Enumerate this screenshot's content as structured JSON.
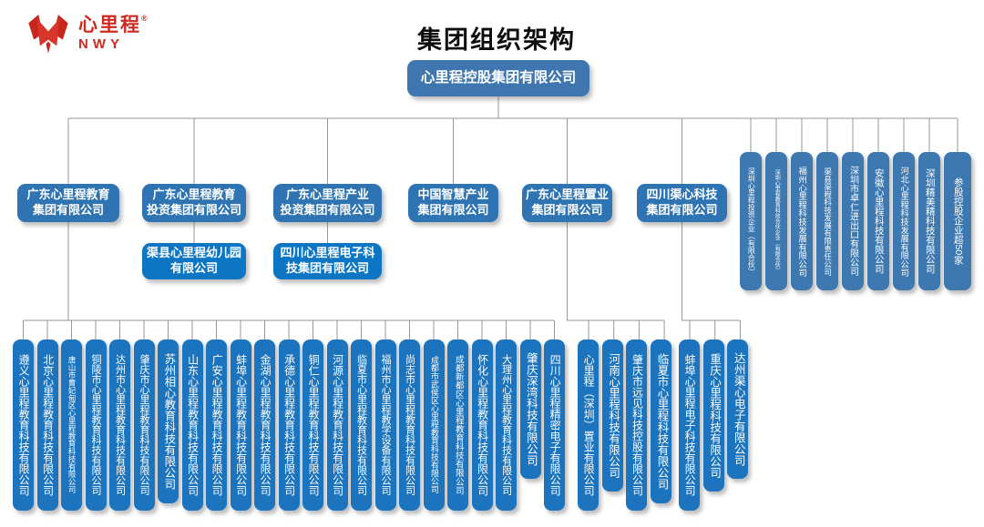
{
  "logo": {
    "brand": "心里程",
    "registered": "®",
    "subbrand": "NWY"
  },
  "title": "集团组织架构",
  "root": "心里程控股集团有限公司",
  "level2": [
    "广东心里程教育\n集团有限公司",
    "广东心里程教育\n投资集团有限公司",
    "广东心里程产业\n投资集团有限公司",
    "中国智慧产业\n集团有限公司",
    "广东心里程置业\n集团有限公司",
    "四川渠心科技\n集团有限公司"
  ],
  "level3": [
    "渠县心里程幼儿园\n有限公司",
    "四川心里程电子科\n技集团有限公司"
  ],
  "right_companies": [
    "深圳心里程投资企业（有限合伙）",
    "深圳心里程教育科技合伙企业（有限合伙）",
    "福州心里程科技发展有限公司",
    "渠县渠程科技发展有限责任公司",
    "深圳市卓仁进出口有限公司",
    "安徽心里程科技有限公司",
    "河北心里程科技发展有限公司",
    "深圳精美精科技有限公司",
    "参股控股企业超50家"
  ],
  "education_group": [
    "遵义心里程教育科技有限公司",
    "北京心里程教育科技有限公司",
    "唐山市曹妃甸区心里程教育科技有限公司",
    "铜陵市心里程教育科技有限公司",
    "达州市心里程教育科技有限公司",
    "肇庆市心里程教育科技有限公司",
    "苏州相心教育科技有限公司",
    "山东心里程教育科技有限公司",
    "广安心里程教育科技有限公司",
    "蚌埠心里程教育科技有限公司",
    "金湖心里程教育科技有限公司",
    "承德心里程教育科技有限公司",
    "铜仁心里程教育科技有限公司",
    "河源心里程教育科技有限公司",
    "临夏市心里程教育科技有限公司",
    "福州市心里程教学设备有限公司",
    "尚志市心里程教育科技有限公司",
    "成都市武侯区心里程教育科技有限公司",
    "成都新都区心里程教育科技有限公司",
    "怀化心里程教育科技有限公司",
    "大理州心里程教育科技有限公司",
    "肇庆深湾科技有限公司",
    "四川心里程精密电子有限公司"
  ],
  "zhiye_group": [
    "心里程（深圳）置业有限公司",
    "河南心里程科技有限公司",
    "肇庆市远见科技控股有限公司",
    "临夏市心里程科技有限公司"
  ],
  "quxin_group": [
    "蚌埠心里程电子科技有限公司",
    "重庆心里程科技有限公司",
    "达州渠心电子有限公司"
  ]
}
